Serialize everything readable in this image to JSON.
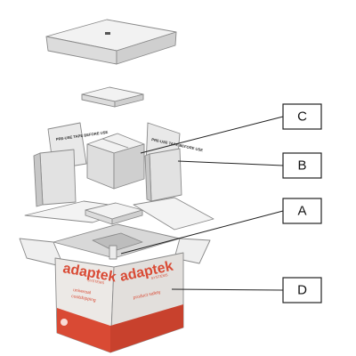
{
  "callouts": [
    {
      "id": "C",
      "letter": "C"
    },
    {
      "id": "B",
      "letter": "B"
    },
    {
      "id": "A",
      "letter": "A"
    },
    {
      "id": "D",
      "letter": "D"
    }
  ],
  "box_print": {
    "brand_left": "adaptek",
    "brand_left_sub": "SYSTEMS",
    "brand_right": "adaptek",
    "brand_right_sub": "SYSTEMS",
    "slogan_left_1": "universal",
    "slogan_left_2": "coolshipping",
    "slogan_right": "product safety"
  },
  "panel_stickers": {
    "left": "PRE-USE TAPE BEFORE USE",
    "right": "PRE-USE TAPE BEFORE USE"
  },
  "colors": {
    "brand_red": "#d94a34",
    "box_white": "#ece9e6",
    "foam": "#e7e7e7",
    "foam_shadow": "#c9c9c9"
  }
}
